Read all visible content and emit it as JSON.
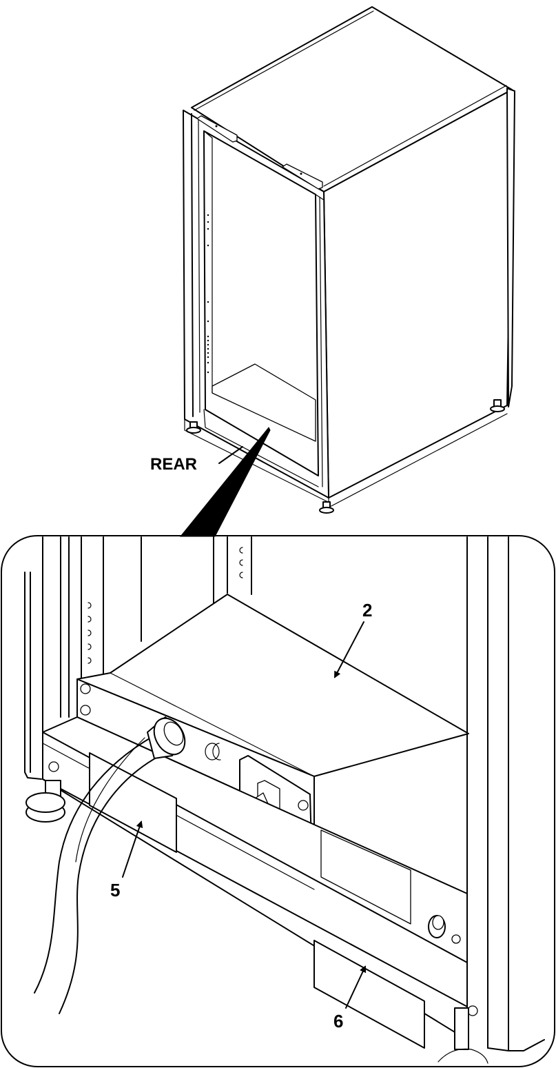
{
  "labels": {
    "rear": "REAR",
    "callout_2": "2",
    "callout_5": "5",
    "callout_6": "6"
  },
  "colors": {
    "line": "#000000",
    "background": "#ffffff"
  }
}
